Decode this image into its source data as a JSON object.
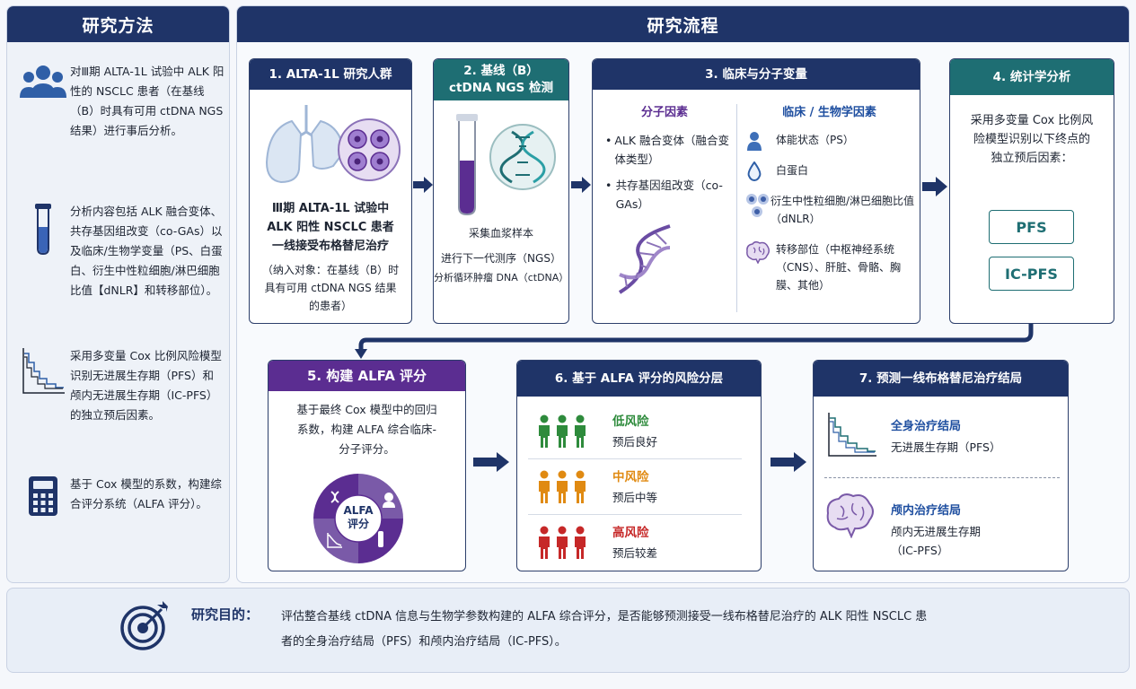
{
  "left_panel": {
    "title": "研究方法",
    "items": [
      {
        "icon": "people-icon",
        "text": "对Ⅲ期 ALTA-1L 试验中 ALK 阳性的 NSCLC 患者（在基线（B）时具有可用 ctDNA NGS 结果）进行事后分析。"
      },
      {
        "icon": "test-tube-icon",
        "text": "分析内容包括 ALK 融合变体、共存基因组改变（co-GAs）以及临床/生物学变量（PS、白蛋白、衍生中性粒细胞/淋巴细胞比值【dNLR】和转移部位）。"
      },
      {
        "icon": "survival-curve-icon",
        "text": "采用多变量 Cox 比例风险模型识别无进展生存期（PFS）和颅内无进展生存期（IC-PFS）的独立预后因素。"
      },
      {
        "icon": "calculator-icon",
        "text": "基于 Cox 模型的系数，构建综合评分系统（ALFA 评分）。"
      }
    ]
  },
  "main_panel": {
    "title": "研究流程",
    "step1": {
      "title": "1. ALTA-1L 研究人群",
      "body": "Ⅲ期 ALTA-1L 试验中 ALK 阳性 NSCLC 患者一线接受布格替尼治疗",
      "note": "（纳入对象：在基线（B）时具有可用 ctDNA NGS 结果的患者）"
    },
    "step2": {
      "title_line1": "2. 基线（B）",
      "title_line2": "ctDNA NGS 检测",
      "line1": "采集血浆样本",
      "line2": "进行下一代测序（NGS）",
      "line3": "分析循环肿瘤 DNA（ctDNA）"
    },
    "step3": {
      "title": "3. 临床与分子变量",
      "molecular_title": "分子因素",
      "molecular_items": [
        "ALK 融合变体（融合变体类型）",
        "共存基因组改变（co-GAs）"
      ],
      "clinical_title": "临床 / 生物学因素",
      "clinical_items": [
        {
          "icon": "person-icon",
          "text": "体能状态（PS）"
        },
        {
          "icon": "drop-icon",
          "text": "白蛋白"
        },
        {
          "icon": "cells-icon",
          "text": "衍生中性粒细胞/淋巴细胞比值（dNLR）"
        },
        {
          "icon": "brain-icon",
          "text": "转移部位（中枢神经系统（CNS）、肝脏、骨骼、胸膜、其他）"
        }
      ]
    },
    "step4": {
      "title": "4. 统计学分析",
      "body": "采用多变量 Cox 比例风险模型识别以下终点的独立预后因素：",
      "endpoint1": "PFS",
      "endpoint2": "IC-PFS"
    },
    "step5": {
      "title": "5. 构建 ALFA 评分",
      "body": "基于最终 Cox 模型中的回归系数，构建 ALFA 综合临床-分子评分。",
      "wheel_line1": "ALFA",
      "wheel_line2": "评分"
    },
    "step6": {
      "title": "6. 基于 ALFA 评分的风险分层",
      "groups": [
        {
          "label": "低风险",
          "desc": "预后良好",
          "color": "#2e8b3c"
        },
        {
          "label": "中风险",
          "desc": "预后中等",
          "color": "#e08a12"
        },
        {
          "label": "高风险",
          "desc": "预后较差",
          "color": "#c62828"
        }
      ]
    },
    "step7": {
      "title": "7. 预测一线布格替尼治疗结局",
      "outcome1_title": "全身治疗结局",
      "outcome1_desc": "无进展生存期（PFS）",
      "outcome2_title": "颅内治疗结局",
      "outcome2_desc_line1": "颅内无进展生存期",
      "outcome2_desc_line2": "（IC-PFS）"
    }
  },
  "goal": {
    "label": "研究目的：",
    "text": "评估整合基线 ctDNA 信息与生物学参数构建的 ALFA 综合评分，是否能够预测接受一线布格替尼治疗的 ALK 阳性 NSCLC 患者的全身治疗结局（PFS）和颅内治疗结局（IC-PFS）。"
  },
  "colors": {
    "navy": "#1f3468",
    "teal": "#1e6e73",
    "purple": "#5b2d91",
    "green": "#2e8b3c",
    "orange": "#e08a12",
    "red": "#c62828"
  }
}
